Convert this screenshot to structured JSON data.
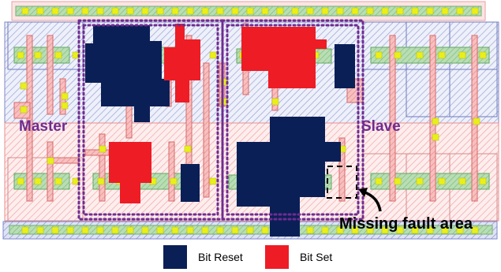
{
  "labels": {
    "master": "Master",
    "slave": "Slave",
    "missing_fault": "Missing fault area"
  },
  "legend": {
    "reset_label": "Bit Reset",
    "set_label": "Bit Set"
  },
  "colors": {
    "bit_reset": "#0b1f57",
    "bit_set": "#ee1c25",
    "region_label": "#6f2c91",
    "hatch_blue": "#7b86c4",
    "hatch_red": "#f29b9b",
    "pin_yellow": "#e8ef1c",
    "pin_green": "#78b878",
    "dotted_box": "#6f2c91"
  }
}
